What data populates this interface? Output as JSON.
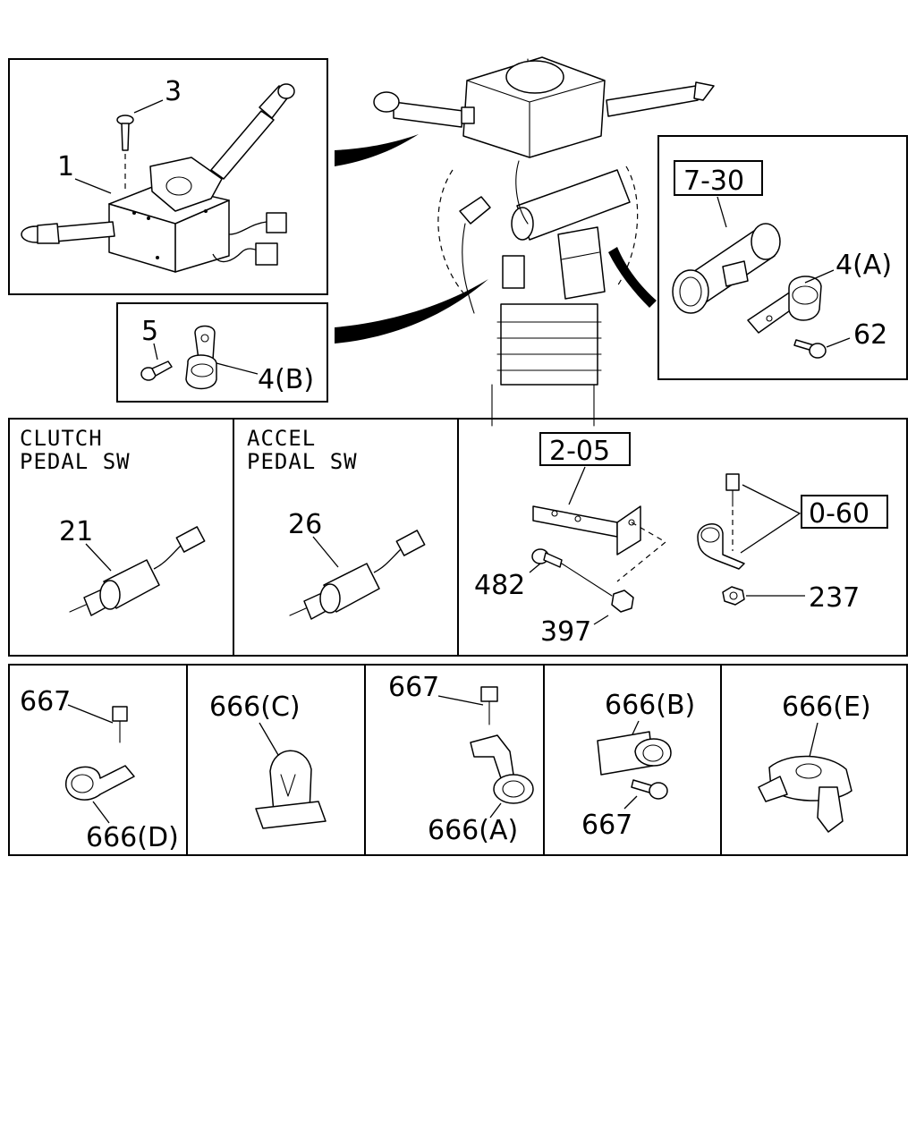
{
  "callouts": {
    "p1": "1",
    "p3": "3",
    "p5": "5",
    "p4b": "4(B)",
    "p4a": "4(A)",
    "p62": "62",
    "p21": "21",
    "p26": "26",
    "p482": "482",
    "p397": "397",
    "p237": "237",
    "n667_a": "667",
    "n666d": "666(D)",
    "n666c": "666(C)",
    "n667_b": "667",
    "n666a": "666(A)",
    "n666b": "666(B)",
    "n667_c": "667",
    "n666e": "666(E)"
  },
  "refs": {
    "r730": "7-30",
    "r205": "2-05",
    "r060": "0-60"
  },
  "panels": {
    "clutch_line1": "CLUTCH",
    "clutch_line2": "PEDAL SW",
    "accel_line1": "ACCEL",
    "accel_line2": "PEDAL SW"
  }
}
